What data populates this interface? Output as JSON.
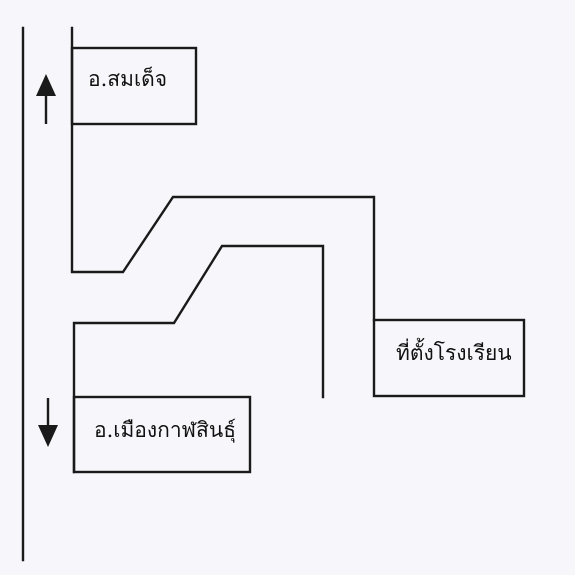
{
  "labels": {
    "north_destination": "อ.สมเด็จ",
    "school_location": "ที่ตั้งโรงเรียน",
    "south_destination": "อ.เมืองกาฬสินธุ์"
  },
  "icons": {
    "north_arrow": "arrow-up-icon",
    "south_arrow": "arrow-down-icon"
  },
  "colors": {
    "ink": "#1a1a1a",
    "paper": "#f7f6fb"
  }
}
